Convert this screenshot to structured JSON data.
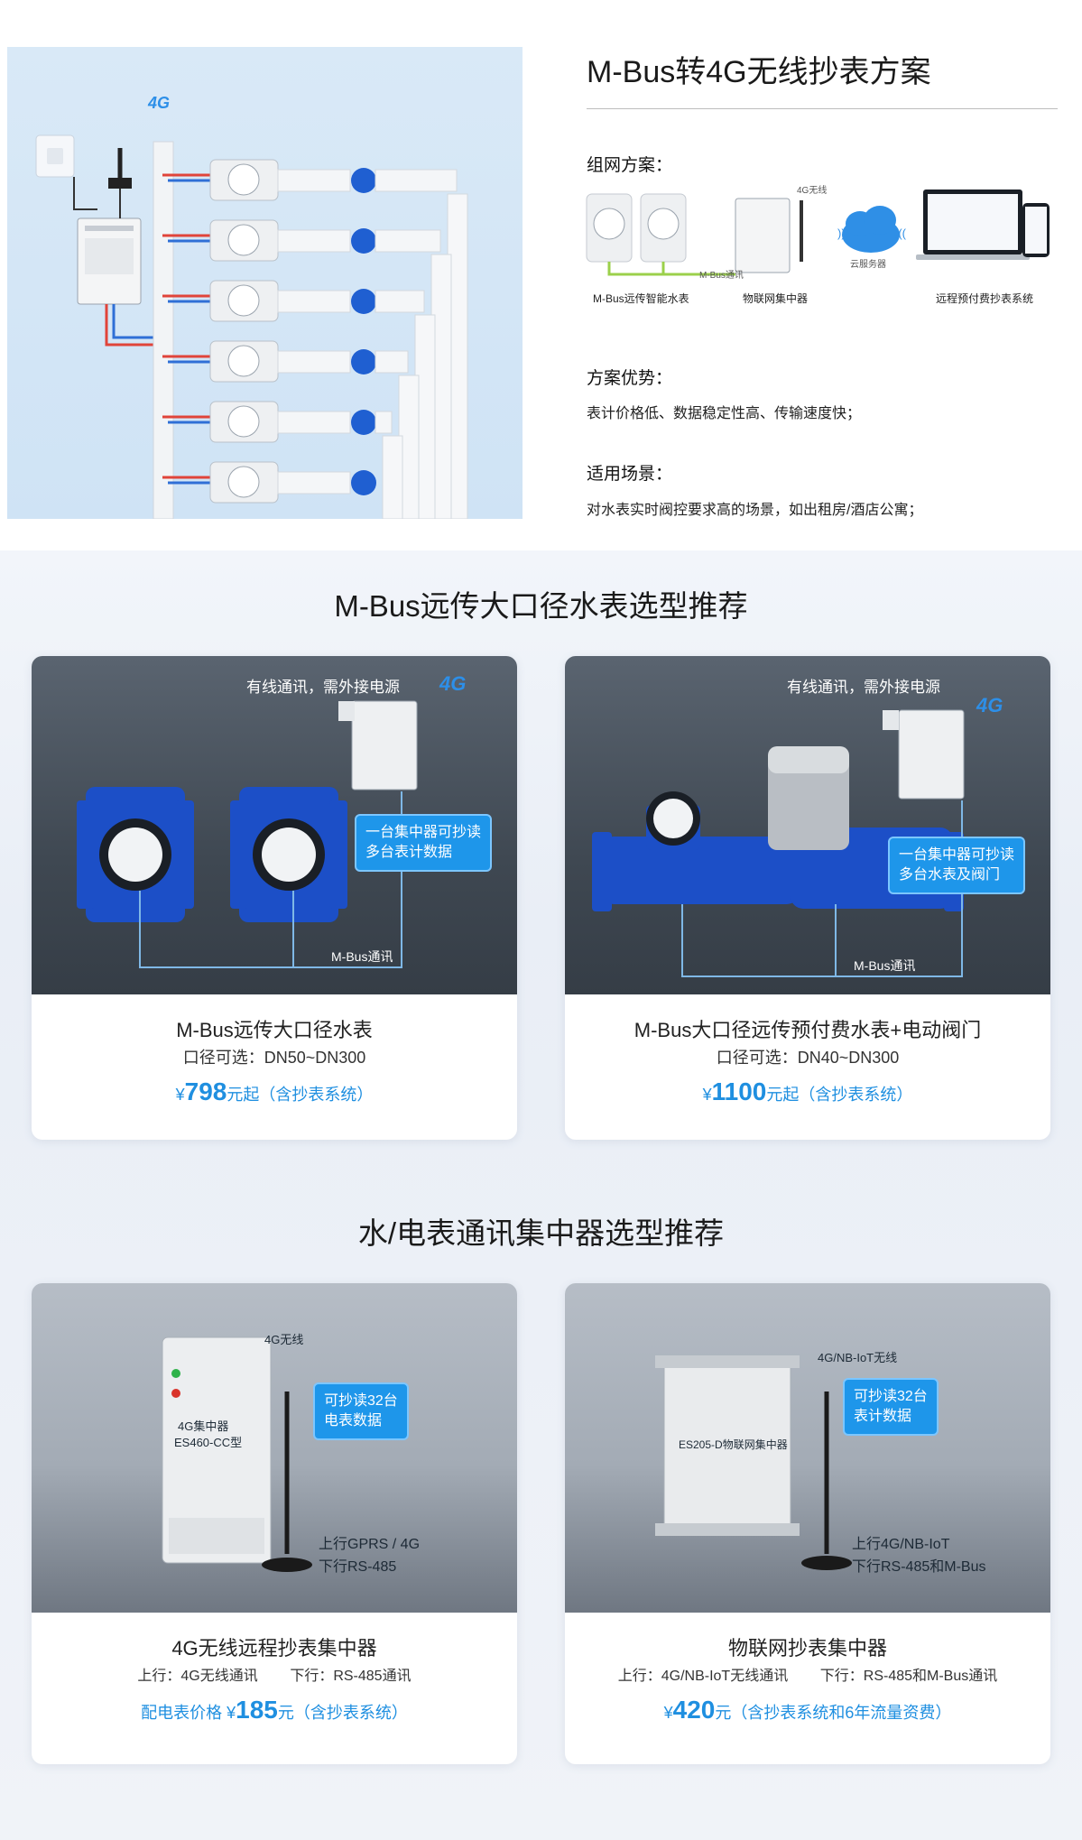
{
  "intro": {
    "title": "M-Bus转4G无线抄表方案",
    "network_label": "组网方案：",
    "net_items": {
      "meter_caption": "M-Bus远传智能水表",
      "concentrator_caption": "物联网集中器",
      "system_caption": "远程预付费抄表系统",
      "wireless_tag": "4G无线",
      "mbus_tag": "M-Bus通讯",
      "cloud_tag": "云服务器"
    },
    "advantage_label": "方案优势：",
    "advantage_text": "表计价格低、数据稳定性高、传输速度快；",
    "scene_label": "适用场景：",
    "scene_text": "对水表实时阀控要求高的场景，如出租房/酒店公寓；",
    "illus_4g": "4G"
  },
  "water_section": {
    "heading": "M-Bus远传大口径水表选型推荐",
    "cards": [
      {
        "note": "有线通讯，需外接电源",
        "bubble": "一台集中器可抄读\n多台表计数据",
        "mbus": "M-Bus通讯",
        "tag": "4G",
        "name": "M-Bus远传大口径水表",
        "spec": "口径可选：DN50~DN300",
        "price_prefix": "¥",
        "price": "798",
        "price_suffix": "元起（含抄表系统）"
      },
      {
        "note": "有线通讯，需外接电源",
        "bubble": "一台集中器可抄读\n多台水表及阀门",
        "mbus": "M-Bus通讯",
        "tag": "4G",
        "name": "M-Bus大口径远传预付费水表+电动阀门",
        "spec": "口径可选：DN40~DN300",
        "price_prefix": "¥",
        "price": "1100",
        "price_suffix": "元起（含抄表系统）"
      }
    ]
  },
  "concentrator_section": {
    "heading": "水/电表通讯集中器选型推荐",
    "cards": [
      {
        "wireless": "4G无线",
        "bubble": "可抄读32台\n电表数据",
        "uplink": "上行GPRS / 4G",
        "downlink": "下行RS-485",
        "device_line1": "4G集中器",
        "device_line2": "ES460-CC型",
        "name": "4G无线远程抄表集中器",
        "spec_up": "上行：4G无线通讯",
        "spec_down": "下行：RS-485通讯",
        "price_prefix": "配电表价格 ¥",
        "price": "185",
        "price_suffix": "元（含抄表系统）"
      },
      {
        "wireless": "4G/NB-IoT无线",
        "bubble": "可抄读32台\n表计数据",
        "uplink": "上行4G/NB-IoT",
        "downlink": "下行RS-485和M-Bus",
        "device_line1": "ES205-D物联网集中器",
        "name": "物联网抄表集中器",
        "spec_up": "上行：4G/NB-IoT无线通讯",
        "spec_down": "下行：RS-485和M-Bus通讯",
        "price_prefix": "¥",
        "price": "420",
        "price_suffix": "元（含抄表系统和6年流量资费）"
      }
    ]
  },
  "colors": {
    "accent": "#1f8fe0",
    "pipe_blue": "#2f6fd6",
    "pipe_red": "#e0443a",
    "card_bg": "#ffffff"
  }
}
